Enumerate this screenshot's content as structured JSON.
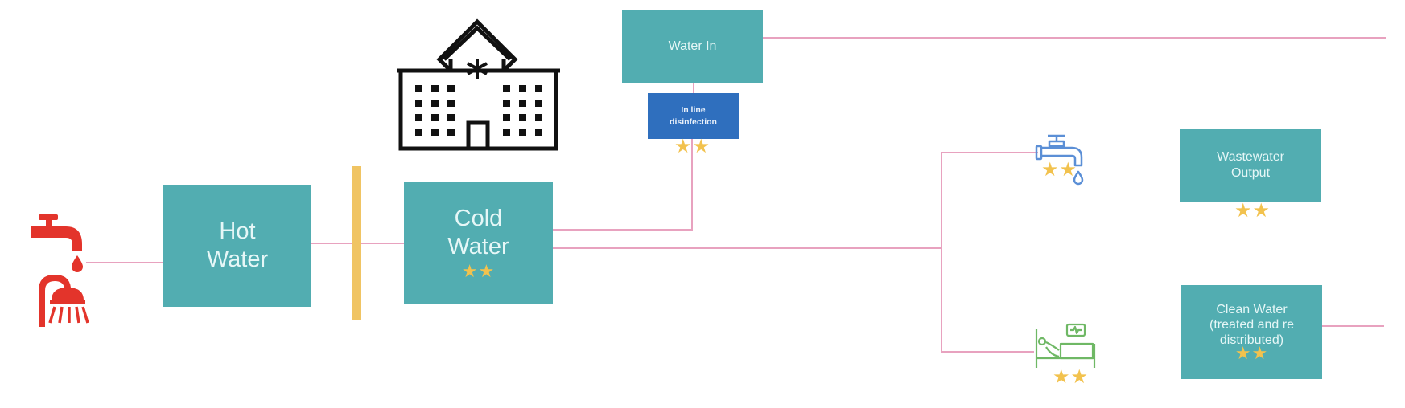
{
  "diagram": {
    "title": "Hospital water system flow",
    "colors": {
      "node_fill": "#52adb1",
      "node_text": "#e6f7f7",
      "connector": "#e8a2bf",
      "star": "#f2c24e",
      "disinfection_fill": "#2f6fbe",
      "hot_water_icon": "#e3342b",
      "barrier": "#f0c463",
      "tap_icon": "#5b8fd6",
      "bed_icon": "#6fb865"
    },
    "nodes": {
      "hot_water": {
        "label": "Hot\nWater",
        "rating": ""
      },
      "cold_water": {
        "label": "Cold\nWater",
        "rating": "★★"
      },
      "water_in": {
        "label": "Water In",
        "rating": ""
      },
      "disinfection": {
        "label": "In line\ndisinfection",
        "rating": "★★"
      },
      "wastewater": {
        "label": "Wastewater\nOutput",
        "rating": "★★"
      },
      "clean_water": {
        "label": "Clean Water\n(treated and re\ndistributed)",
        "rating": "★★"
      }
    },
    "icons": {
      "hot_water_fixtures": {
        "name": "tap-and-shower-icon"
      },
      "hospital": {
        "name": "hospital-building-icon"
      },
      "tap_outlet": {
        "name": "water-tap-icon",
        "rating": "★★"
      },
      "patient_bed": {
        "name": "hospital-bed-icon",
        "rating": "★★"
      }
    },
    "barrier": {
      "name": "thermal-barrier"
    }
  }
}
